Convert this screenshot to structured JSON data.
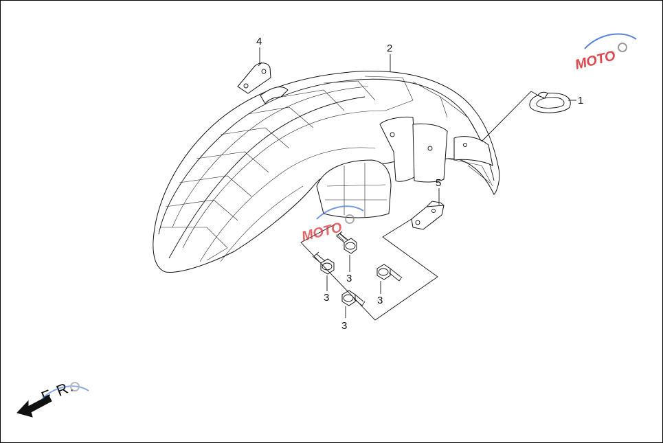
{
  "callouts": {
    "part1": "1",
    "part2": "2",
    "part3a": "3",
    "part3b": "3",
    "part3c": "3",
    "part3d": "3",
    "part4": "4",
    "part5": "5"
  },
  "direction_label": "F R.",
  "watermark": {
    "text": "MOTO",
    "colors": {
      "red": "#d9262b",
      "blue": "#3a6fd6",
      "gray": "#888888"
    }
  }
}
